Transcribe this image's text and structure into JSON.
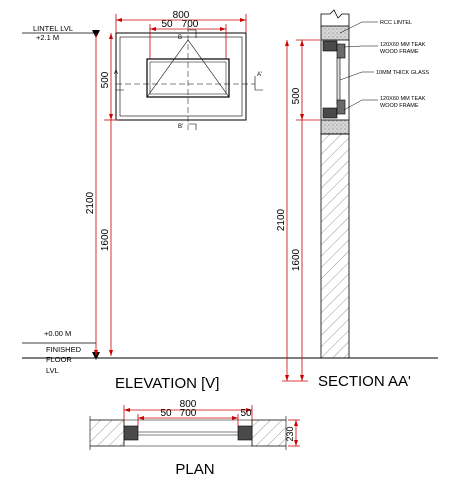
{
  "elevation": {
    "title": "ELEVATION [V]",
    "lintel_label": "LINTEL LVL",
    "lintel_level": "+2.1 M",
    "datum_label": "+0.00 M",
    "floor_label_1": "FINISHED",
    "floor_label_2": "FLOOR",
    "floor_label_3": "LVL",
    "dim_width_total": "800",
    "dim_frame": "50",
    "dim_glass": "700",
    "dim_height": "500",
    "dim_lintel_height": "2100",
    "dim_sill_height": "1600",
    "section_marker_left": "A",
    "section_marker_right": "A'",
    "section_marker_top": "B",
    "section_marker_bottom": "B'"
  },
  "section": {
    "title": "SECTION AA'",
    "dim_height": "500",
    "dim_lintel_height": "2100",
    "dim_sill_height": "1600",
    "callouts": [
      {
        "lines": [
          "RCC LINTEL"
        ]
      },
      {
        "lines": [
          "120X60 MM TEAK",
          "WOOD FRAME"
        ]
      },
      {
        "lines": [
          "10MM THICK GLASS"
        ]
      },
      {
        "lines": [
          "120X60 MM TEAK",
          "WOOD FRAME"
        ]
      }
    ]
  },
  "plan": {
    "title": "PLAN",
    "dim_width_total": "800",
    "dim_frame_left": "50",
    "dim_glass": "700",
    "dim_frame_right": "50",
    "dim_depth": "230"
  },
  "colors": {
    "dimension": "#cc0000",
    "line": "#000000",
    "hatch": "#888888",
    "fill_gray": "#9a9a9a",
    "glass_frame": "#bbbbbb"
  }
}
